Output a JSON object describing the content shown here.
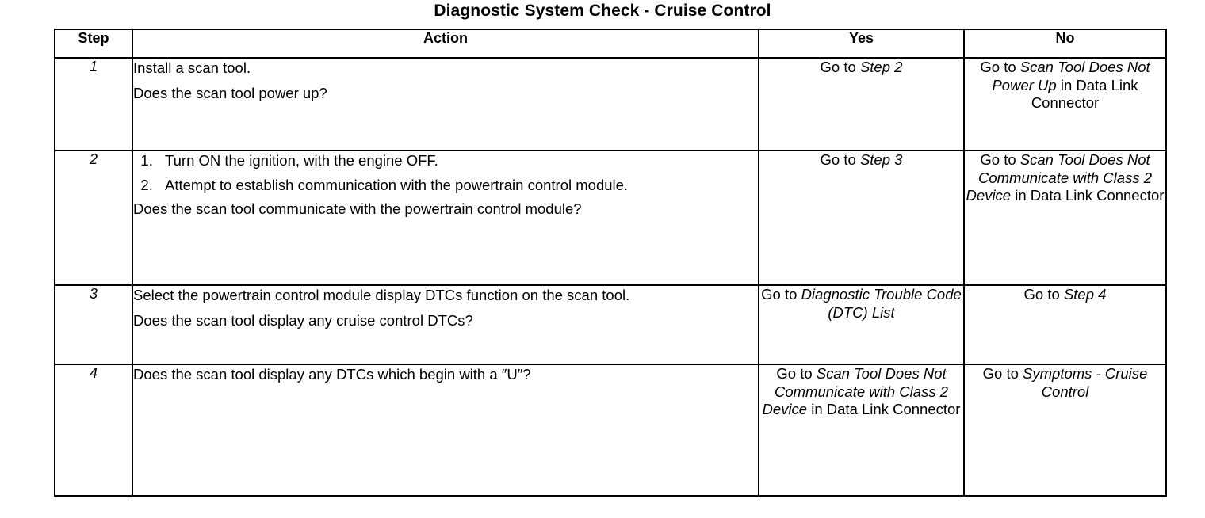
{
  "document": {
    "title": "Diagnostic System Check - Cruise Control"
  },
  "table": {
    "headers": {
      "step": "Step",
      "action": "Action",
      "yes": "Yes",
      "no": "No"
    },
    "rows": [
      {
        "step": "1",
        "action": {
          "lines": [
            "Install a scan tool.",
            "Does the scan tool power up?"
          ]
        },
        "yes": {
          "prefix": "Go to ",
          "link": "Step 2",
          "suffix": ""
        },
        "no": {
          "prefix": "Go to ",
          "link": "Scan Tool Does Not Power Up",
          "suffix": " in Data Link Connector"
        }
      },
      {
        "step": "2",
        "action": {
          "list": [
            "Turn ON the ignition, with the engine OFF.",
            "Attempt to establish communication with the powertrain control module."
          ],
          "lines": [
            "Does the scan tool communicate with the powertrain control module?"
          ]
        },
        "yes": {
          "prefix": "Go to ",
          "link": "Step 3",
          "suffix": ""
        },
        "no": {
          "prefix": "Go to ",
          "link": "Scan Tool Does Not Communicate with Class 2 Device",
          "suffix": " in Data Link Connector"
        }
      },
      {
        "step": "3",
        "action": {
          "lines": [
            "Select the powertrain control module display DTCs function on the scan tool.",
            "Does the scan tool display any cruise control DTCs?"
          ]
        },
        "yes": {
          "prefix": "Go to ",
          "link": "Diagnostic Trouble Code (DTC) List",
          "suffix": ""
        },
        "no": {
          "prefix": "Go to ",
          "link": "Step 4",
          "suffix": ""
        }
      },
      {
        "step": "4",
        "action": {
          "lines": [
            "Does the scan tool display any DTCs which begin with a ″U″?"
          ]
        },
        "yes": {
          "prefix": "Go to ",
          "link": "Scan Tool Does Not Communicate with Class 2 Device",
          "suffix": " in Data Link Connector"
        },
        "no": {
          "prefix": "Go to ",
          "link": "Symptoms - Cruise Control",
          "suffix": ""
        }
      }
    ]
  }
}
